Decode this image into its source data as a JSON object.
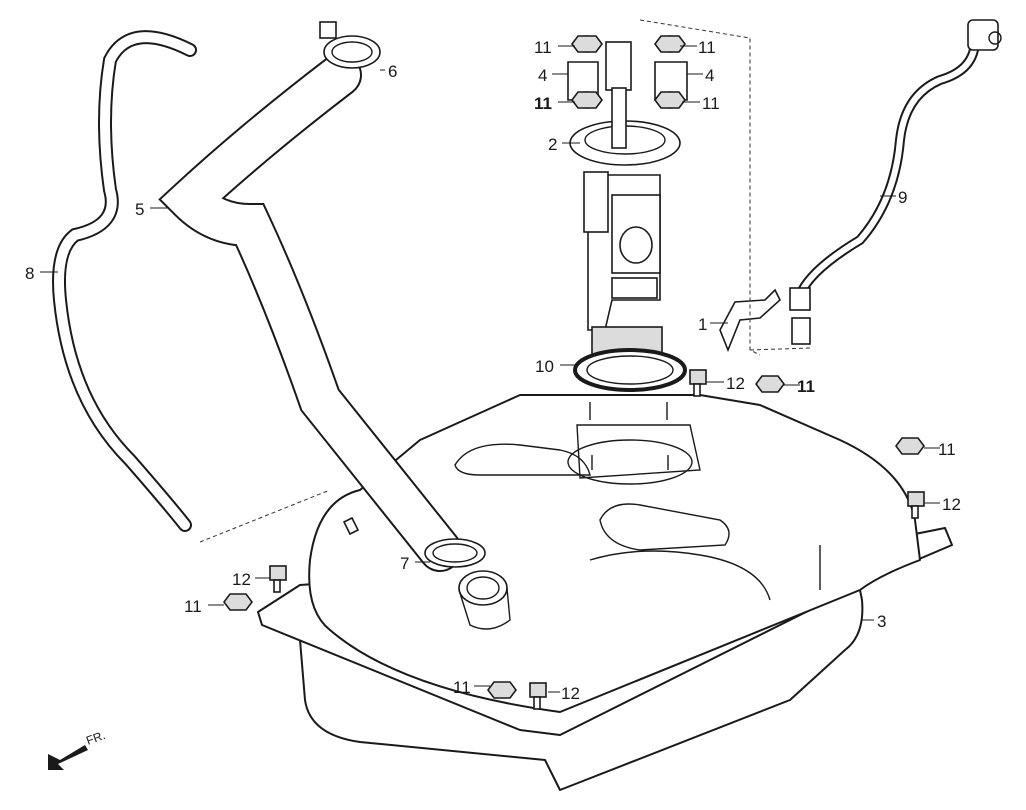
{
  "diagram": {
    "callouts": [
      {
        "id": "c1",
        "text": "1"
      },
      {
        "id": "c2",
        "text": "2"
      },
      {
        "id": "c3",
        "text": "3"
      },
      {
        "id": "c4a",
        "text": "4"
      },
      {
        "id": "c4b",
        "text": "4"
      },
      {
        "id": "c5",
        "text": "5"
      },
      {
        "id": "c6",
        "text": "6"
      },
      {
        "id": "c7",
        "text": "7"
      },
      {
        "id": "c8",
        "text": "8"
      },
      {
        "id": "c9",
        "text": "9"
      },
      {
        "id": "c10",
        "text": "10"
      },
      {
        "id": "c11a",
        "text": "11"
      },
      {
        "id": "c11b",
        "text": "11"
      },
      {
        "id": "c11c",
        "text": "11"
      },
      {
        "id": "c11d",
        "text": "11"
      },
      {
        "id": "c11e",
        "text": "11"
      },
      {
        "id": "c11f",
        "text": "11"
      },
      {
        "id": "c11g",
        "text": "11"
      },
      {
        "id": "c11h",
        "text": "11"
      },
      {
        "id": "c12a",
        "text": "12"
      },
      {
        "id": "c12b",
        "text": "12"
      },
      {
        "id": "c12c",
        "text": "12"
      },
      {
        "id": "c12d",
        "text": "12"
      }
    ],
    "front_indicator": "FR."
  }
}
